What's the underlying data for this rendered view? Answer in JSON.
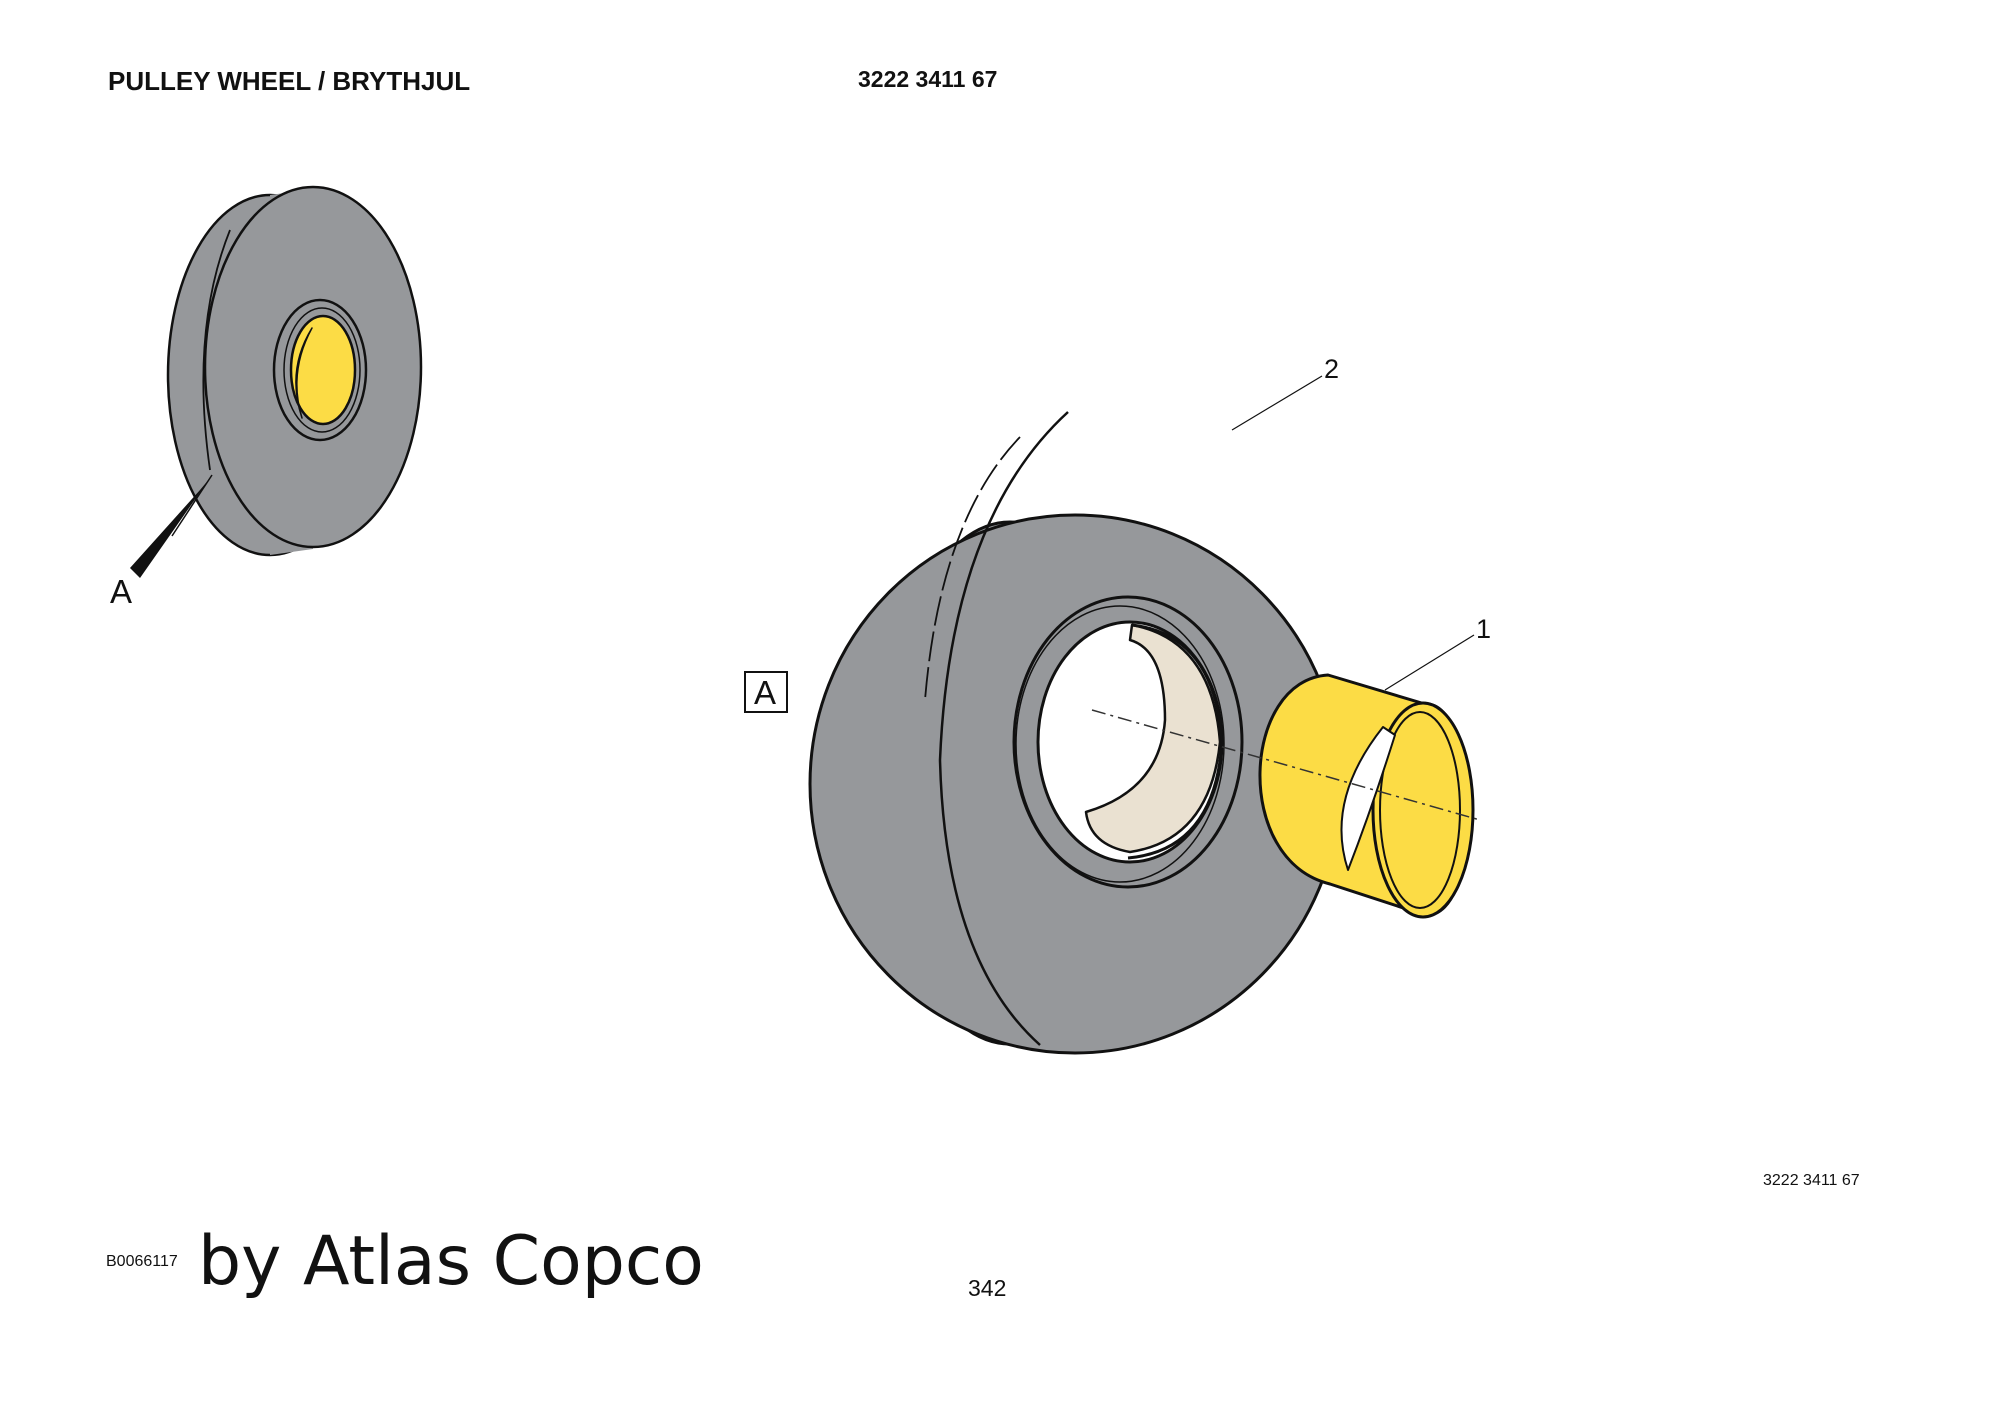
{
  "header": {
    "title": "PULLEY WHEEL / BRYTHJUL",
    "part_number": "3222 3411 67"
  },
  "diagram": {
    "overview_view_label": "A",
    "detail_view_label": "A",
    "callouts": [
      {
        "number": "1",
        "part": "bushing"
      },
      {
        "number": "2",
        "part": "pulley wheel"
      }
    ]
  },
  "footer": {
    "drawing_id": "B0066117",
    "brand_text": "by Atlas Copco",
    "page_number": "342",
    "part_number": "3222 3411 67"
  },
  "colors": {
    "wheel_grey": "#96989b",
    "bushing_yellow": "#fcdc45",
    "bore_inner": "#eae1d1",
    "outline": "#111111"
  }
}
